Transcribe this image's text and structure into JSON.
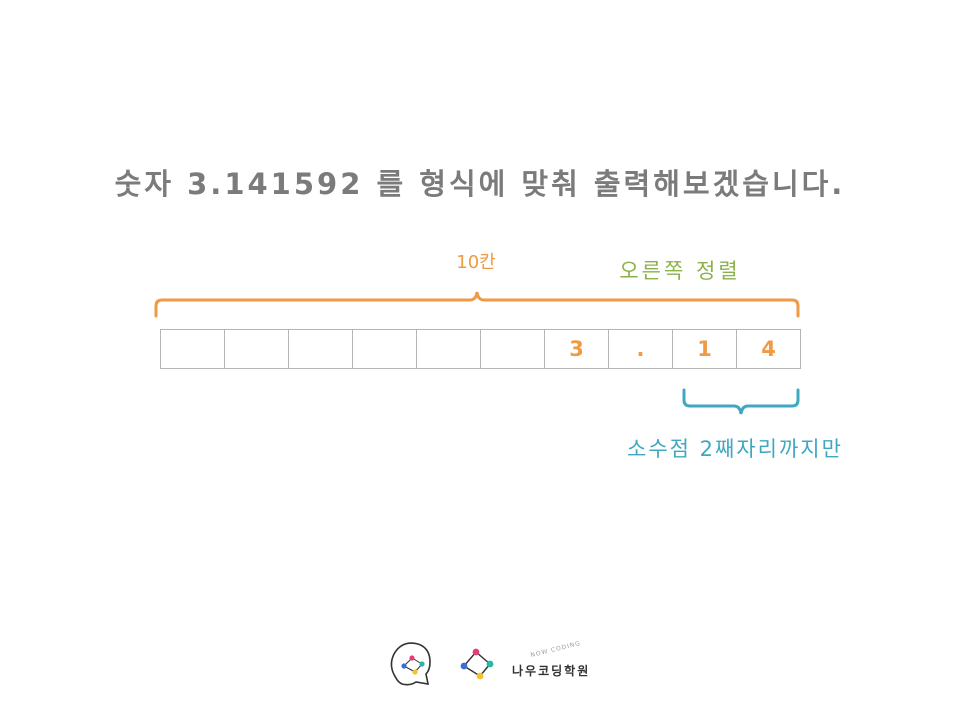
{
  "title": "숫자 3.141592 를 형식에 맞춰 출력해보겠습니다.",
  "labels": {
    "total_width": "10칸",
    "alignment": "오른쪽 정렬",
    "decimal_places": "소수점 2째자리까지만"
  },
  "cells": [
    "",
    "",
    "",
    "",
    "",
    "",
    "3",
    ".",
    "1",
    "4"
  ],
  "colors": {
    "title": "#7b7b7b",
    "orange": "#ef9a45",
    "green": "#8bb24a",
    "blue": "#3fa8c0",
    "grid": "#b5b5b5"
  },
  "logo": {
    "name": "나우코딩학원",
    "tagline": "NOW CODING"
  }
}
